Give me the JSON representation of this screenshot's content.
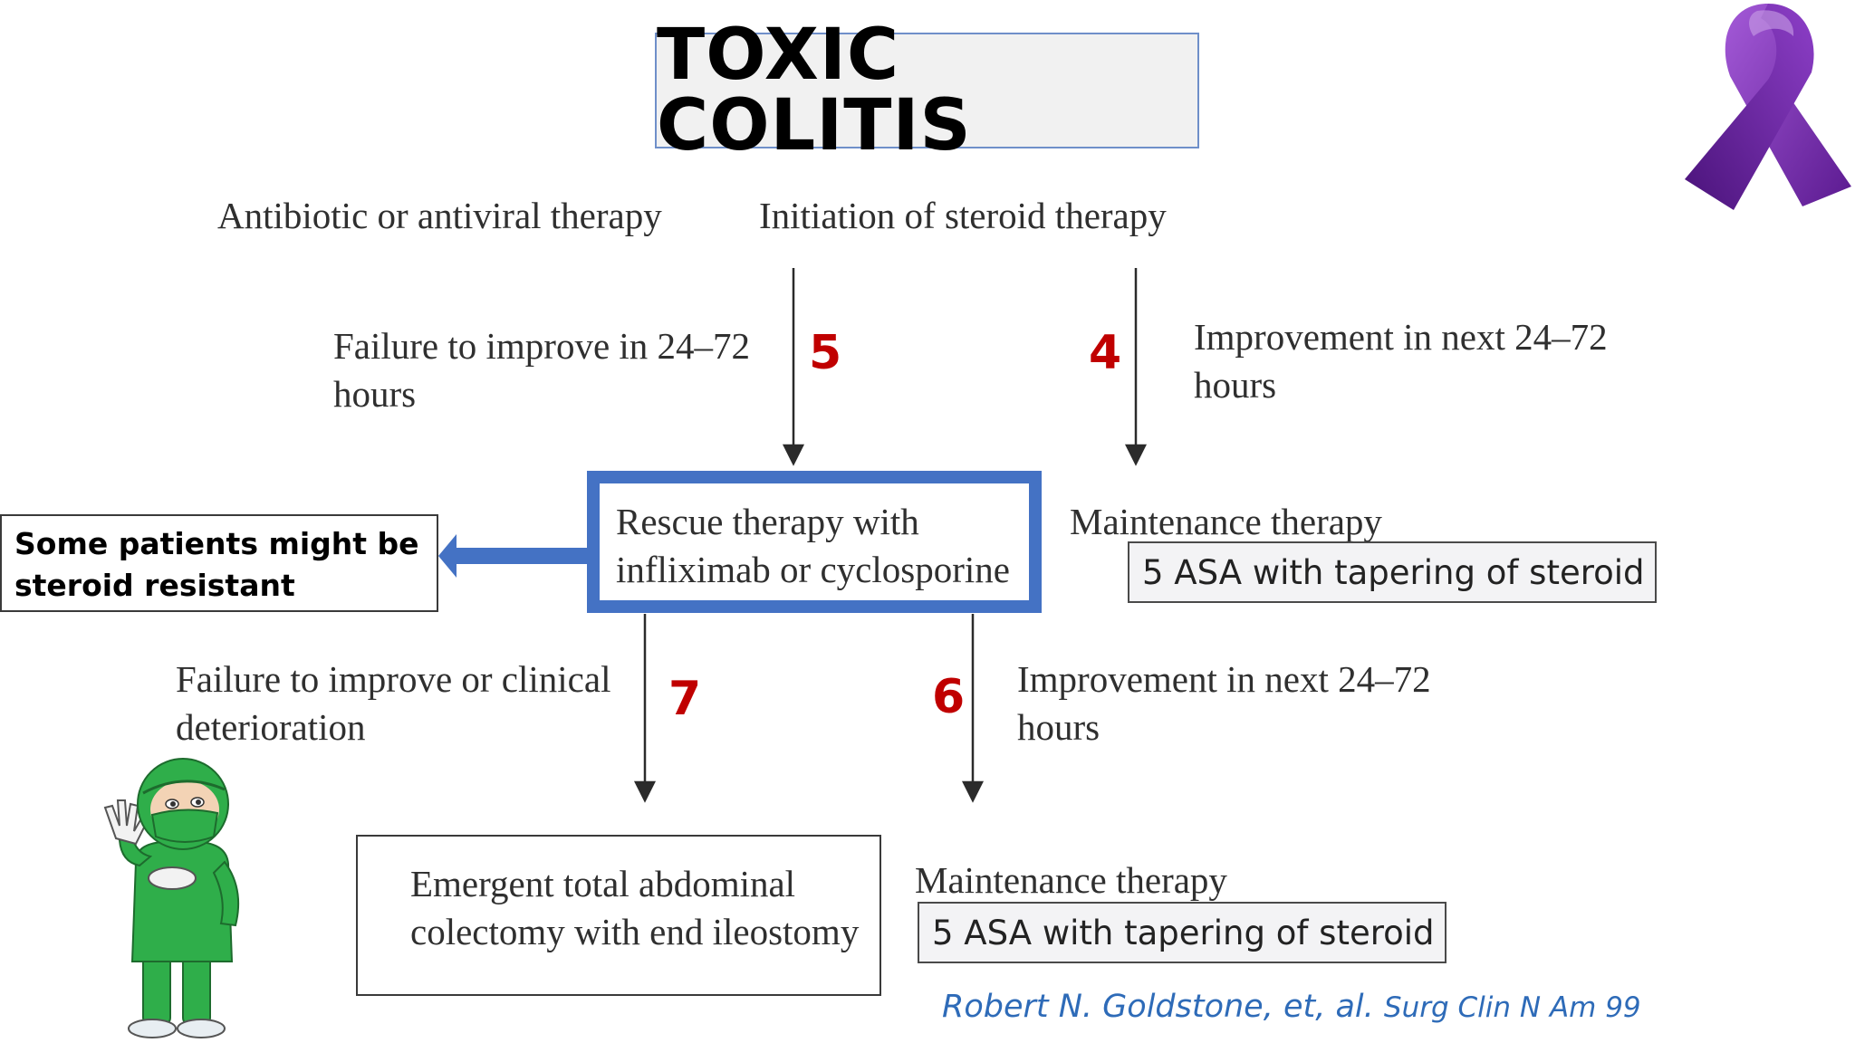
{
  "title": "TOXIC COLITIS",
  "top_labels": {
    "antibiotic": "Antibiotic or antiviral therapy",
    "steroid_init": "Initiation of steroid therapy"
  },
  "branch_left": {
    "label_line1": "Failure to improve in 24–72",
    "label_line2": "hours",
    "step": "5"
  },
  "branch_right": {
    "label_line1": "Improvement in next 24–72",
    "label_line2": "hours",
    "step": "4"
  },
  "rescue": {
    "line1": "Rescue therapy with",
    "line2": "infliximab or cyclosporine"
  },
  "resistant_note": {
    "line1": "Some patients might be",
    "line2": "steroid resistant"
  },
  "maintenance_upper": {
    "label": "Maintenance therapy",
    "box": "5 ASA with tapering of steroid"
  },
  "branch_failure": {
    "label_line1": "Failure to improve or clinical",
    "label_line2": "deterioration",
    "step": "7"
  },
  "branch_improve": {
    "label_line1": "Improvement in next 24–72",
    "label_line2": "hours",
    "step": "6"
  },
  "colectomy": {
    "line1": "Emergent total abdominal",
    "line2": "colectomy with end ileostomy"
  },
  "maintenance_lower": {
    "label": "Maintenance therapy",
    "box": "5 ASA with tapering of steroid"
  },
  "citation": {
    "authors": "Robert N. Goldstone, et, al.",
    "journal": "Surg Clin N Am 99"
  },
  "colors": {
    "accent_blue": "#4472c4",
    "step_red": "#c00000",
    "citation_blue": "#2e6bb8",
    "ribbon_purple": "#7b2fb0",
    "nurse_green": "#2fae4a"
  },
  "icons": [
    "purple-awareness-ribbon-icon",
    "surgeon-nurse-cartoon-icon"
  ]
}
